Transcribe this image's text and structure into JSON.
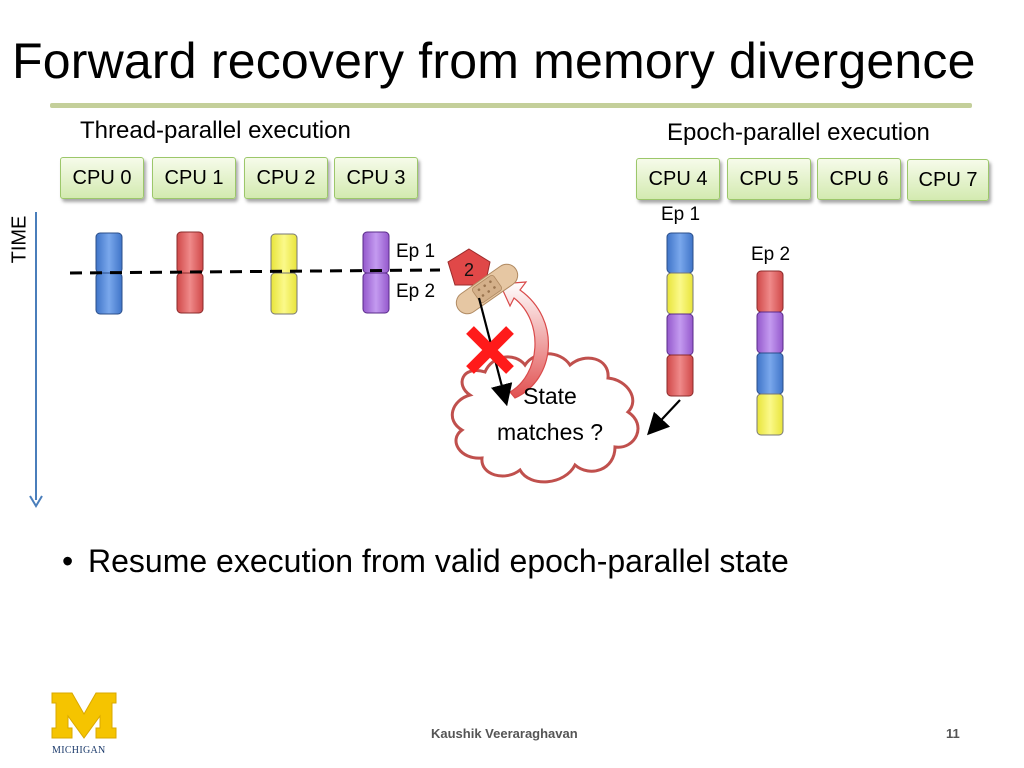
{
  "slide": {
    "title": "Forward recovery from memory divergence",
    "left_heading": "Thread-parallel execution",
    "right_heading": "Epoch-parallel execution",
    "time_label": "TIME",
    "thread_cpus": [
      "CPU 0",
      "CPU 1",
      "CPU 2",
      "CPU 3"
    ],
    "epoch_cpus": [
      "CPU 4",
      "CPU 5",
      "CPU 6",
      "CPU 7"
    ],
    "ep1_label": "Ep 1",
    "ep2_label": "Ep 2",
    "ep1_top_label": "Ep 1",
    "ep2_top_label": "Ep 2",
    "badge_number": "2",
    "cloud_text": "State matches ?",
    "bullet_text": "Resume execution from valid epoch-parallel state",
    "footer_author": "Kaushik Veeraraghavan",
    "page_number": "11",
    "logo_text": "MICHIGAN"
  },
  "colors": {
    "blue": "#4f86d8",
    "red": "#e05a5a",
    "yellow": "#f4f04a",
    "purple": "#a46ad8",
    "cpu_box_border": "#9cc76a",
    "title_rule": "#c4cf9a",
    "cloud_stroke": "#c0504d",
    "time_arrow": "#4a7ebb",
    "michigan_gold": "#f5c400"
  },
  "icons": [
    "bandage-icon",
    "red-x-icon",
    "curved-arrow-icon",
    "cloud-shape",
    "michigan-logo"
  ]
}
